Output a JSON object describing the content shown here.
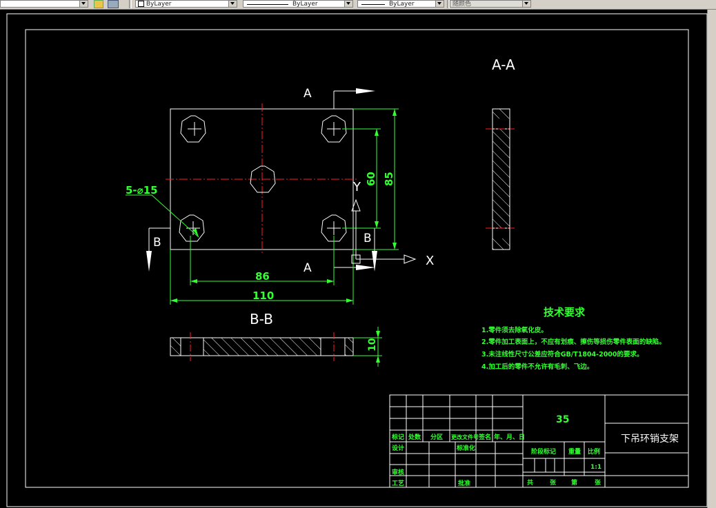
{
  "toolbar": {
    "layer_value": "ByLayer",
    "linetype_value": "ByLayer",
    "lineweight_value": "ByLayer",
    "color_value": "随颜色"
  },
  "colors": {
    "background": "#000000",
    "outline": "#ffffff",
    "centerline": "#ff2020",
    "dimension": "#33ff33",
    "hatch": "#ffffff"
  },
  "drawing": {
    "section_aa_top_label": "A",
    "section_aa_bottom_label": "A",
    "section_bb_left_label": "B",
    "section_bb_right_label": "B",
    "view_aa_title": "A-A",
    "view_bb_title": "B-B",
    "hole_callout": "5-⌀15",
    "dim_60": "60",
    "dim_85": "85",
    "dim_86": "86",
    "dim_110": "110",
    "dim_10": "10",
    "ucs_x": "X",
    "ucs_y": "Y"
  },
  "tech": {
    "title": "技术要求",
    "items": [
      "1.零件须去除氧化皮。",
      "2.零件加工表面上，不应有划痕、擦伤等损伤零件表面的缺陷。",
      "3.未注线性尺寸公差应符合GB/T1804-2000的要求。",
      "4.加工后的零件不允许有毛刺、飞边。"
    ]
  },
  "title_block": {
    "material": "35",
    "part_name": "下吊环销支架",
    "col_marks": "标记",
    "col_count": "处数",
    "col_zone": "分区",
    "col_docno": "更改文件号",
    "col_sign": "签名",
    "col_date": "年、月、日",
    "design": "设计",
    "standardize": "标准化",
    "review": "审核",
    "process": "工艺",
    "approve": "批准",
    "stage_mark": "阶段标记",
    "weight": "重量",
    "scale": "比例",
    "scale_value": "1:1",
    "total_1": "共",
    "total_2": "张",
    "sheet_1": "第",
    "sheet_2": "张"
  }
}
